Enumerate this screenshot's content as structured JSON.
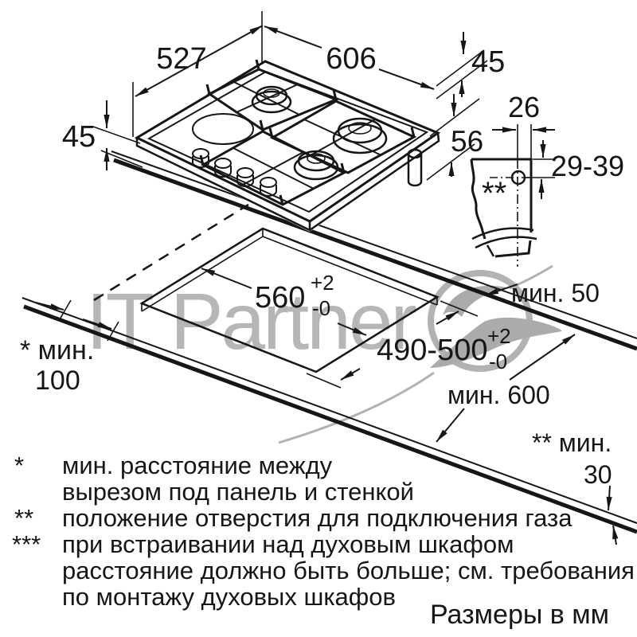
{
  "title": "gas hob installation drawing",
  "units_note": "Размеры в мм",
  "watermark": {
    "text": "IT Partner",
    "color": "#b6b6b6"
  },
  "colors": {
    "line": "#161616",
    "burner_cap": "#c6c6c6",
    "watermark": "#b6b6b6"
  },
  "dims": {
    "hob_depth": "527",
    "hob_width": "606",
    "overhang_left": "45",
    "overhang_right": "45",
    "body_height": "56",
    "gas_offset_h": "26",
    "gas_offset_v": "29-39",
    "gas_marker": "**"
  },
  "cutout": {
    "width": "560",
    "width_tol_plus": "+2",
    "width_tol_minus": "-0",
    "depth": "490-500",
    "depth_tol_plus": "+2",
    "depth_tol_minus": "-0"
  },
  "clearances": {
    "rear": "мин. 50",
    "side_label": "* мин.",
    "side_value": "100",
    "counter_depth": "мин. 600",
    "thickness_label": "** мин.",
    "thickness_value": "30"
  },
  "footnotes": {
    "f1": {
      "marker": "*",
      "line1": "мин. расстояние между",
      "line2": "вырезом под панель и стенкой"
    },
    "f2": {
      "marker": "**",
      "line1": "положение отверстия для подключения газа"
    },
    "f3": {
      "marker": "***",
      "line1": "при встраивании над духовым шкафом",
      "line2": "расстояние должно быть больше; см. требования",
      "line3": "по монтажу духовых шкафов"
    }
  }
}
